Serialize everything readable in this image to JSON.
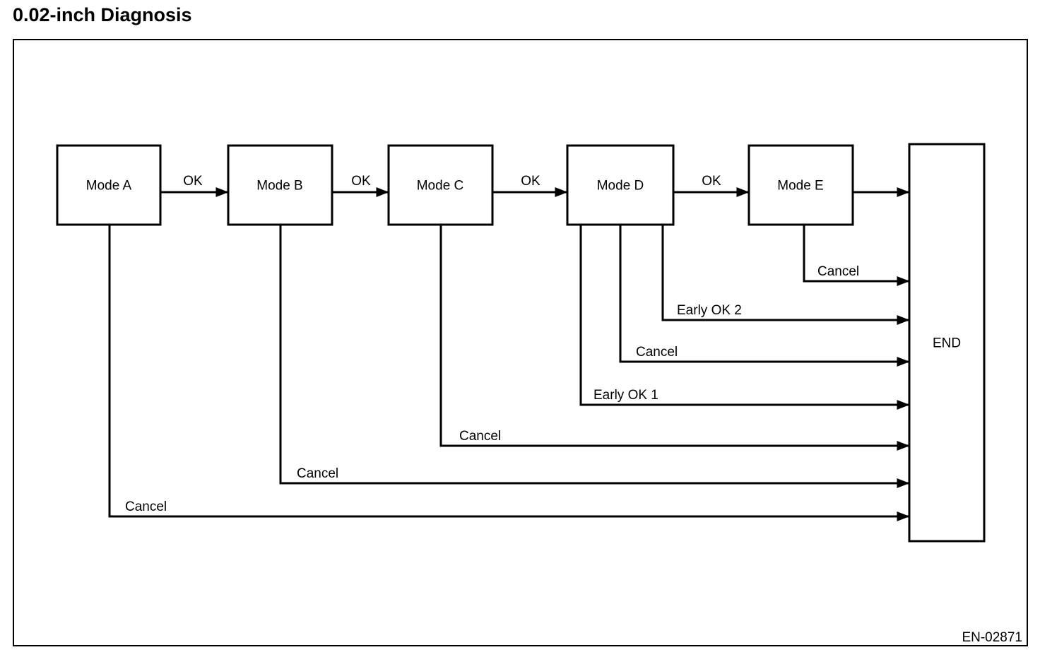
{
  "title": "0.02-inch Diagnosis",
  "figure_number": "EN-02871",
  "colors": {
    "line": "#000000",
    "background": "#ffffff"
  },
  "diagram": {
    "type": "flowchart",
    "nodes": [
      {
        "id": "mode-a",
        "label": "Mode A"
      },
      {
        "id": "mode-b",
        "label": "Mode B"
      },
      {
        "id": "mode-c",
        "label": "Mode C"
      },
      {
        "id": "mode-d",
        "label": "Mode D"
      },
      {
        "id": "mode-e",
        "label": "Mode E"
      },
      {
        "id": "end",
        "label": "END"
      }
    ],
    "edges": [
      {
        "from": "Mode A",
        "to": "Mode B",
        "label": "OK"
      },
      {
        "from": "Mode B",
        "to": "Mode C",
        "label": "OK"
      },
      {
        "from": "Mode C",
        "to": "Mode D",
        "label": "OK"
      },
      {
        "from": "Mode D",
        "to": "Mode E",
        "label": "OK"
      },
      {
        "from": "Mode E",
        "to": "END",
        "label": ""
      },
      {
        "from": "Mode E",
        "to": "END",
        "label": "Cancel"
      },
      {
        "from": "Mode D",
        "to": "END",
        "label": "Early OK 2"
      },
      {
        "from": "Mode D",
        "to": "END",
        "label": "Cancel"
      },
      {
        "from": "Mode D",
        "to": "END",
        "label": "Early OK 1"
      },
      {
        "from": "Mode C",
        "to": "END",
        "label": "Cancel"
      },
      {
        "from": "Mode B",
        "to": "END",
        "label": "Cancel"
      },
      {
        "from": "Mode A",
        "to": "END",
        "label": "Cancel"
      }
    ]
  }
}
